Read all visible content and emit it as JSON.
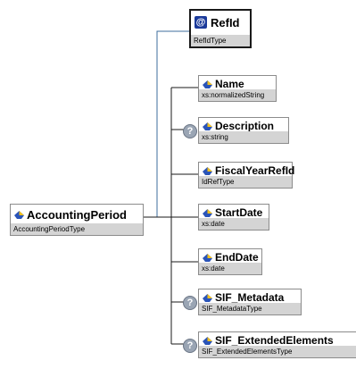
{
  "root": {
    "name": "AccountingPeriod",
    "type": "AccountingPeriodType"
  },
  "attribute": {
    "name": "RefId",
    "type": "RefIdType",
    "icon": "at-icon"
  },
  "elements": [
    {
      "name": "Name",
      "type": "xs:normalizedString",
      "optional": false
    },
    {
      "name": "Description",
      "type": "xs:string",
      "optional": true
    },
    {
      "name": "FiscalYearRefId",
      "type": "IdRefType",
      "optional": false
    },
    {
      "name": "StartDate",
      "type": "xs:date",
      "optional": false
    },
    {
      "name": "EndDate",
      "type": "xs:date",
      "optional": false
    },
    {
      "name": "SIF_Metadata",
      "type": "SIF_MetadataType",
      "optional": true
    },
    {
      "name": "SIF_ExtendedElements",
      "type": "SIF_ExtendedElementsType",
      "optional": true
    }
  ],
  "optional_marker": "?",
  "colors": {
    "connector_attr": "#3c6e9e",
    "connector_elem": "#3c6e9e",
    "type_band": "#d4d4d4"
  }
}
